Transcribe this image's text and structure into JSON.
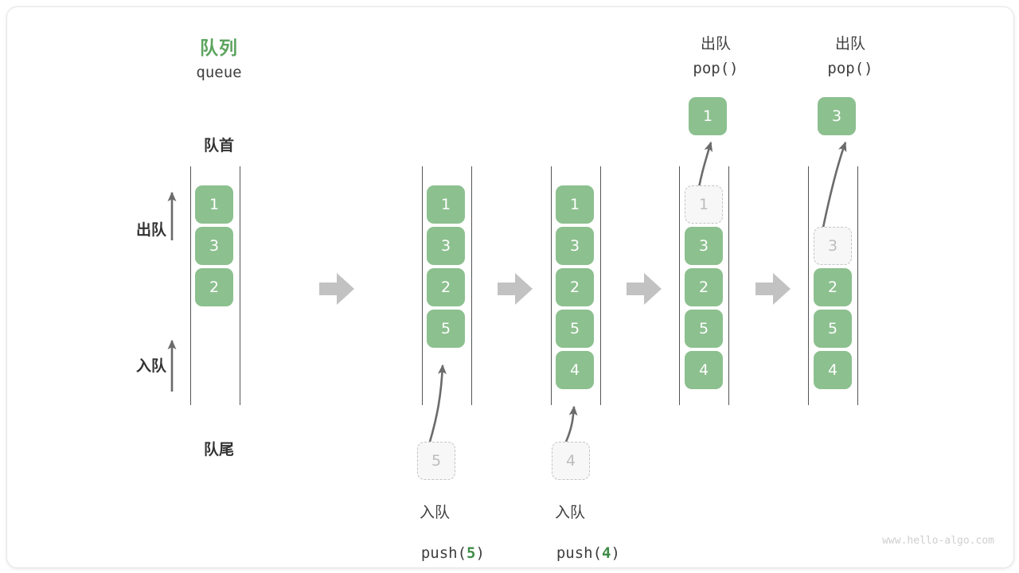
{
  "diagram": {
    "title_cn": "队列",
    "title_en": "queue",
    "head_label": "队首",
    "tail_label": "队尾",
    "dequeue_label": "出队",
    "enqueue_label": "入队",
    "watermark": "www.hello-algo.com",
    "accent_green": "#5ca45f",
    "cell_green": "#8cc08f",
    "code_num_green": "#3e8c45",
    "ghost_gray": "#bdbdbd",
    "arrow_gray": "#bdbdbd",
    "line_gray": "#555555"
  },
  "steps": [
    {
      "id": "initial",
      "cells": [
        "1",
        "3",
        "2"
      ],
      "ghosts": [],
      "incoming": null,
      "popped": null,
      "caption_cn": "",
      "caption_code": ""
    },
    {
      "id": "push-5",
      "cells": [
        "1",
        "3",
        "2",
        "5"
      ],
      "ghosts": [],
      "incoming": "5",
      "popped": null,
      "caption_cn": "入队",
      "caption_code": "push(5)",
      "caption_code_num": "5"
    },
    {
      "id": "push-4",
      "cells": [
        "1",
        "3",
        "2",
        "5",
        "4"
      ],
      "ghosts": [],
      "incoming": "4",
      "popped": null,
      "caption_cn": "入队",
      "caption_code": "push(4)",
      "caption_code_num": "4"
    },
    {
      "id": "pop-1",
      "cells": [
        "3",
        "2",
        "5",
        "4"
      ],
      "ghosts": [
        "1"
      ],
      "incoming": null,
      "popped": "1",
      "caption_cn": "出队",
      "caption_code": "pop()"
    },
    {
      "id": "pop-3",
      "cells": [
        "2",
        "5",
        "4"
      ],
      "ghosts": [
        "3"
      ],
      "incoming": null,
      "popped": "3",
      "caption_cn": "出队",
      "caption_code": "pop()"
    }
  ],
  "transition_arrows": 4
}
